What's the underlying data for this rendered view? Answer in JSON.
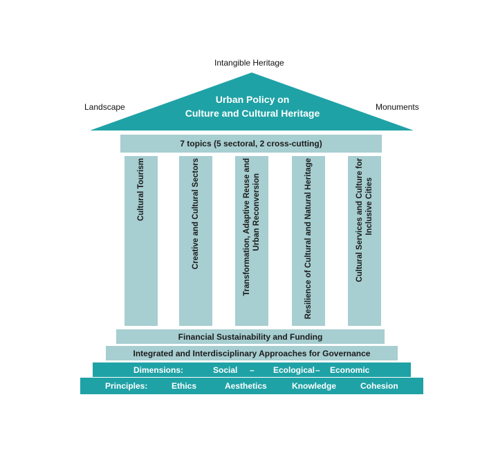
{
  "top_label": "Intangible Heritage",
  "left_label": "Landscape",
  "right_label": "Monuments",
  "roof": {
    "line1": "Urban Policy on",
    "line2": "Culture and Cultural Heritage"
  },
  "topics_band": "7 topics (5 sectoral, 2 cross-cutting)",
  "pillars": [
    {
      "lines": [
        "Cultural Tourism"
      ]
    },
    {
      "lines": [
        "Creative and Cultural Sectors"
      ]
    },
    {
      "lines": [
        "Transformation, Adaptive Reuse and",
        "Urban Reconversion"
      ]
    },
    {
      "lines": [
        "Resilience of Cultural and Natural Heritage"
      ]
    },
    {
      "lines": [
        "Cultural Services and Culture for",
        "Inclusive Cities"
      ]
    }
  ],
  "financial_band": "Financial Sustainability and Funding",
  "governance_band": "Integrated and Interdisciplinary Approaches for Governance",
  "dimensions": {
    "label": "Dimensions:",
    "items": [
      "Social",
      "–",
      "Ecological",
      "–",
      "Economic"
    ]
  },
  "principles": {
    "label": "Principles:",
    "items": [
      "Ethics",
      "Aesthetics",
      "Knowledge",
      "Cohesion"
    ]
  },
  "colors": {
    "dark": "#1fa2a6",
    "light": "#a7ced1"
  }
}
